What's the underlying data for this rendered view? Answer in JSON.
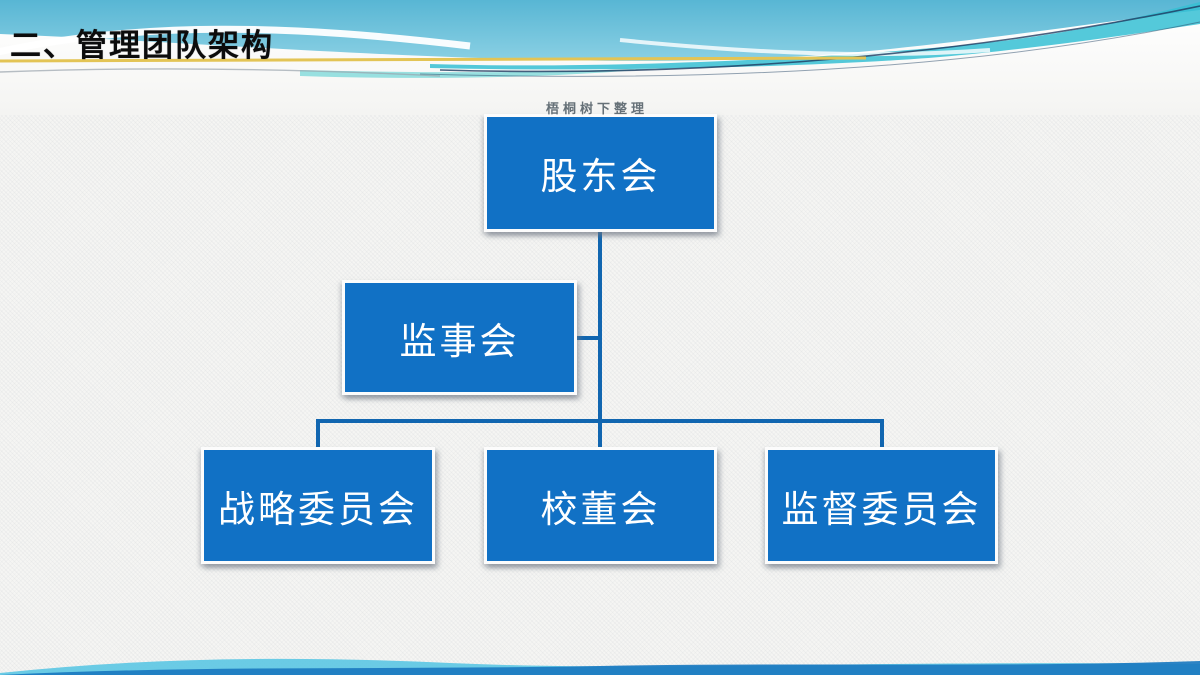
{
  "slide": {
    "title": "二、管理团队架构",
    "watermark": "梧桐树下整理"
  },
  "org_chart": {
    "type": "org-tree",
    "nodes": [
      {
        "id": "shareholders",
        "label": "股东会",
        "level": 1
      },
      {
        "id": "supervisory-board",
        "label": "监事会",
        "level": 2
      },
      {
        "id": "strategy-committee",
        "label": "战略委员会",
        "level": 3
      },
      {
        "id": "school-board",
        "label": "校董会",
        "level": 3
      },
      {
        "id": "oversight-committee",
        "label": "监督委员会",
        "level": 3
      }
    ],
    "edges": [
      [
        "股东会",
        "监事会"
      ],
      [
        "股东会",
        "战略委员会"
      ],
      [
        "股东会",
        "校董会"
      ],
      [
        "股东会",
        "监督委员会"
      ]
    ]
  },
  "colors": {
    "box_fill": "#1171C5",
    "box_border": "#FCFCFC",
    "connector": "#1166B0",
    "title_text": "#0C0C0C",
    "box_text": "#FFFFFF",
    "accent_underline": "#E3C455",
    "header_blue": "#58B6D4",
    "header_cyan_swoosh": "#36BFD4",
    "background": "#F5F5F3"
  }
}
